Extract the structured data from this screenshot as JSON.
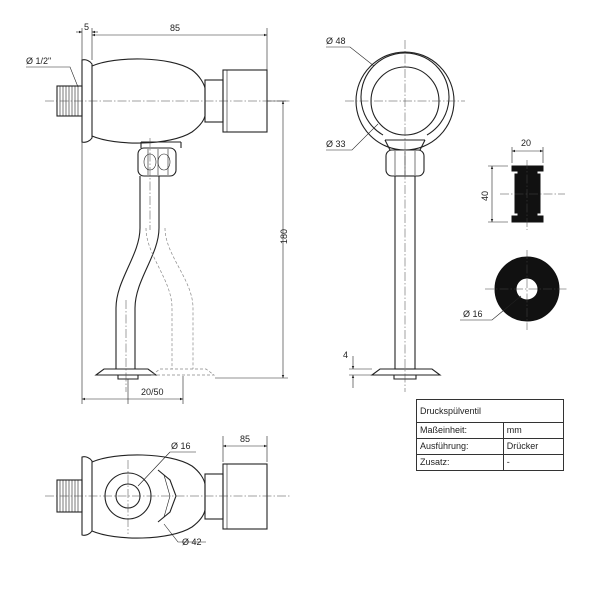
{
  "dimensions": {
    "front": {
      "flange_thickness": "5",
      "length": "85",
      "thread": "Ø 1/2\"",
      "height": "180",
      "offset": "20/50"
    },
    "side": {
      "outer_diameter": "Ø 48",
      "inner_diameter": "Ø 33",
      "base_height": "4"
    },
    "seal": {
      "width": "20",
      "height": "40",
      "bore": "Ø 16"
    },
    "top": {
      "length": "85",
      "bore": "Ø 16",
      "body_diameter": "Ø 42"
    }
  },
  "title_block": {
    "title": "Druckspülventil",
    "rows": [
      {
        "label": "Maßeinheit:",
        "value": "mm"
      },
      {
        "label": "Ausführung:",
        "value": "Drücker"
      },
      {
        "label": "Zusatz:",
        "value": "-"
      }
    ]
  }
}
